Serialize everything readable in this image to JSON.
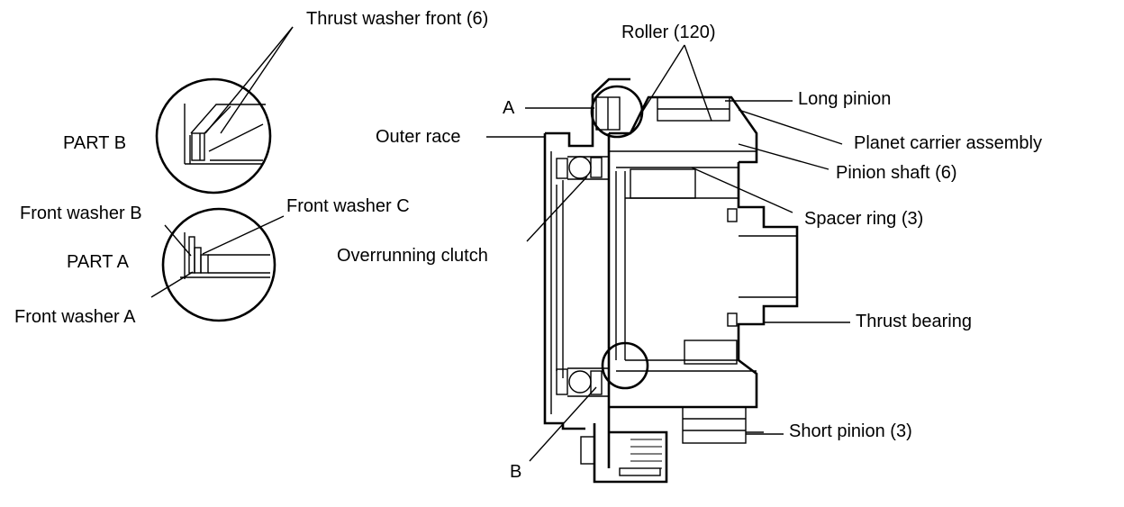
{
  "labels": {
    "thrust_washer_front": "Thrust washer front (6)",
    "part_b": "PART B",
    "front_washer_b": "Front washer B",
    "front_washer_c": "Front washer C",
    "part_a": "PART A",
    "front_washer_a": "Front washer A",
    "roller": "Roller (120)",
    "a": "A",
    "long_pinion": "Long pinion",
    "outer_race": "Outer race",
    "planet_carrier": "Planet carrier assembly",
    "pinion_shaft": "Pinion shaft (6)",
    "spacer_ring": "Spacer ring (3)",
    "overrunning_clutch": "Overrunning clutch",
    "thrust_bearing": "Thrust bearing",
    "short_pinion": "Short pinion (3)",
    "b": "B"
  }
}
